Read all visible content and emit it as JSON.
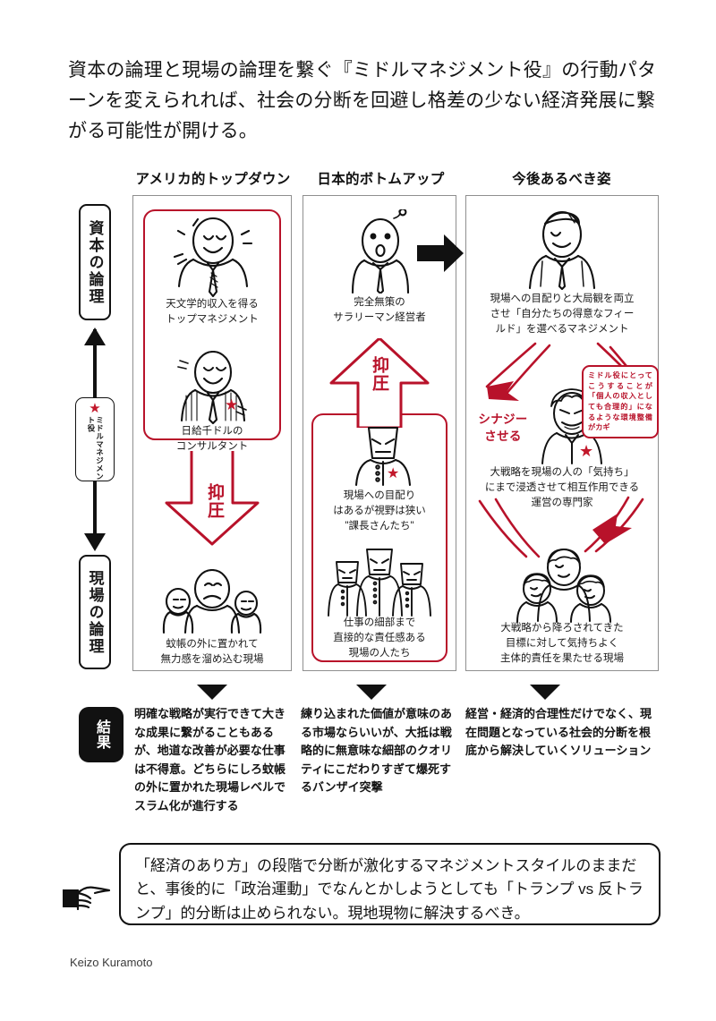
{
  "headline": "資本の論理と現場の論理を繋ぐ『ミドルマネジメント役』の行動パターンを変えられれば、社会の分断を回避し格差の少ない経済発展に繋がる可能性が開ける。",
  "accent_color": "#b8122a",
  "axis": {
    "top_label": "資本の論理",
    "middle_label": "ミドルマネジメント役",
    "bottom_label": "現場の論理"
  },
  "columns": [
    {
      "header": "アメリカ的トップダウン",
      "figures": [
        {
          "caption": "天文学的収入を得る\nトップマネジメント"
        },
        {
          "caption": "日給千ドルの\nコンサルタント"
        },
        {
          "caption": "蚊帳の外に置かれて\n無力感を溜め込む現場"
        }
      ],
      "arrow_label": "抑圧",
      "arrow_direction": "down",
      "result": "明確な戦略が実行できて大きな成果に繋がることもあるが、地道な改善が必要な仕事は不得意。どちらにしろ蚊帳の外に置かれた現場レベルでスラム化が進行する"
    },
    {
      "header": "日本的ボトムアップ",
      "figures": [
        {
          "caption": "完全無策の\nサラリーマン経営者"
        },
        {
          "caption": "現場への目配り\nはあるが視野は狭い\n\"課長さんたち\""
        },
        {
          "caption": "仕事の細部まで\n直接的な責任感ある\n現場の人たち"
        }
      ],
      "arrow_label": "抑圧",
      "arrow_direction": "up",
      "result": "練り込まれた価値が意味のある市場ならいいが、大抵は戦略的に無意味な細部のクオリティにこだわりすぎて爆死するバンザイ突撃"
    },
    {
      "header": "今後あるべき姿",
      "figures": [
        {
          "caption": "現場への目配りと大局観を両立\nさせ「自分たちの得意なフィー\nルド」を選べるマネジメント"
        },
        {
          "caption": "大戦略を現場の人の「気持ち」\nにまで浸透させて相互作用できる\n運営の専門家"
        },
        {
          "caption": "大戦略から降ろされてきた\n目標に対して気持ちよく\n主体的責任を果たせる現場"
        }
      ],
      "synergy_label": "シナジー\nさせる",
      "callout": "ミドル役にとってこうすることが「個人の収入としても合理的」になるような環境整備がカギ",
      "result": "経営・経済的合理性だけでなく、現在問題となっている社会的分断を根底から解決していくソリューション"
    }
  ],
  "result_badge": "結果",
  "conclusion": "「経済のあり方」の段階で分断が激化するマネジメントスタイルのままだと、事後的に「政治運動」でなんとかしようとしても「トランプ vs 反トランプ」的分断は止められない。現地現物に解決するべき。",
  "credit": "Keizo Kuramoto",
  "icons": {
    "transition_arrow": "right-arrow-icon",
    "pointing_hand": "pointing-hand-icon",
    "star": "star-icon"
  }
}
